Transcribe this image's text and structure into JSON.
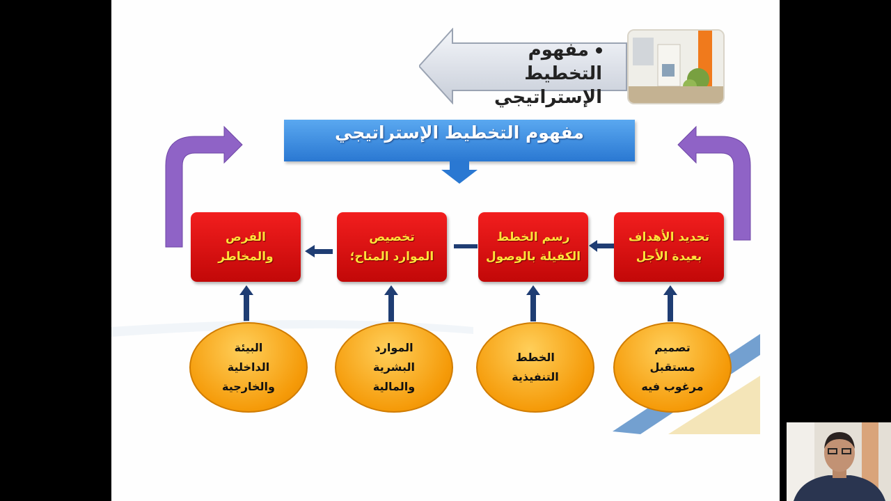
{
  "header": {
    "text_line1": "مفهوم التخطيط",
    "text_line2": "الإستراتيجي"
  },
  "banner": {
    "title": "مفهوم التخطيط الإستراتيجي"
  },
  "flow_boxes": [
    {
      "text": "تحديد الأهداف\nبعيدة الأجل"
    },
    {
      "text": "رسم الخطط\nالكفيلة بالوصول"
    },
    {
      "text": "تخصيص\nالموارد المتاح؛"
    },
    {
      "text": "الفرص\nوالمخاطر"
    }
  ],
  "ovals": [
    {
      "text": "تصميم\nمستقبل\nمرغوب فيه"
    },
    {
      "text": "الخطط\nالتنفيذية"
    },
    {
      "text": "الموارد\nالبشرية\nوالمالية"
    },
    {
      "text": "البيئة\nالداخلية\nوالخارجية"
    }
  ],
  "colors": {
    "banner": "#2a78d2",
    "box": "#e01414",
    "box_text": "#ffe23a",
    "oval": "#f5a010",
    "loop_arrow": "#8f63c6",
    "connector": "#1f3d73"
  }
}
